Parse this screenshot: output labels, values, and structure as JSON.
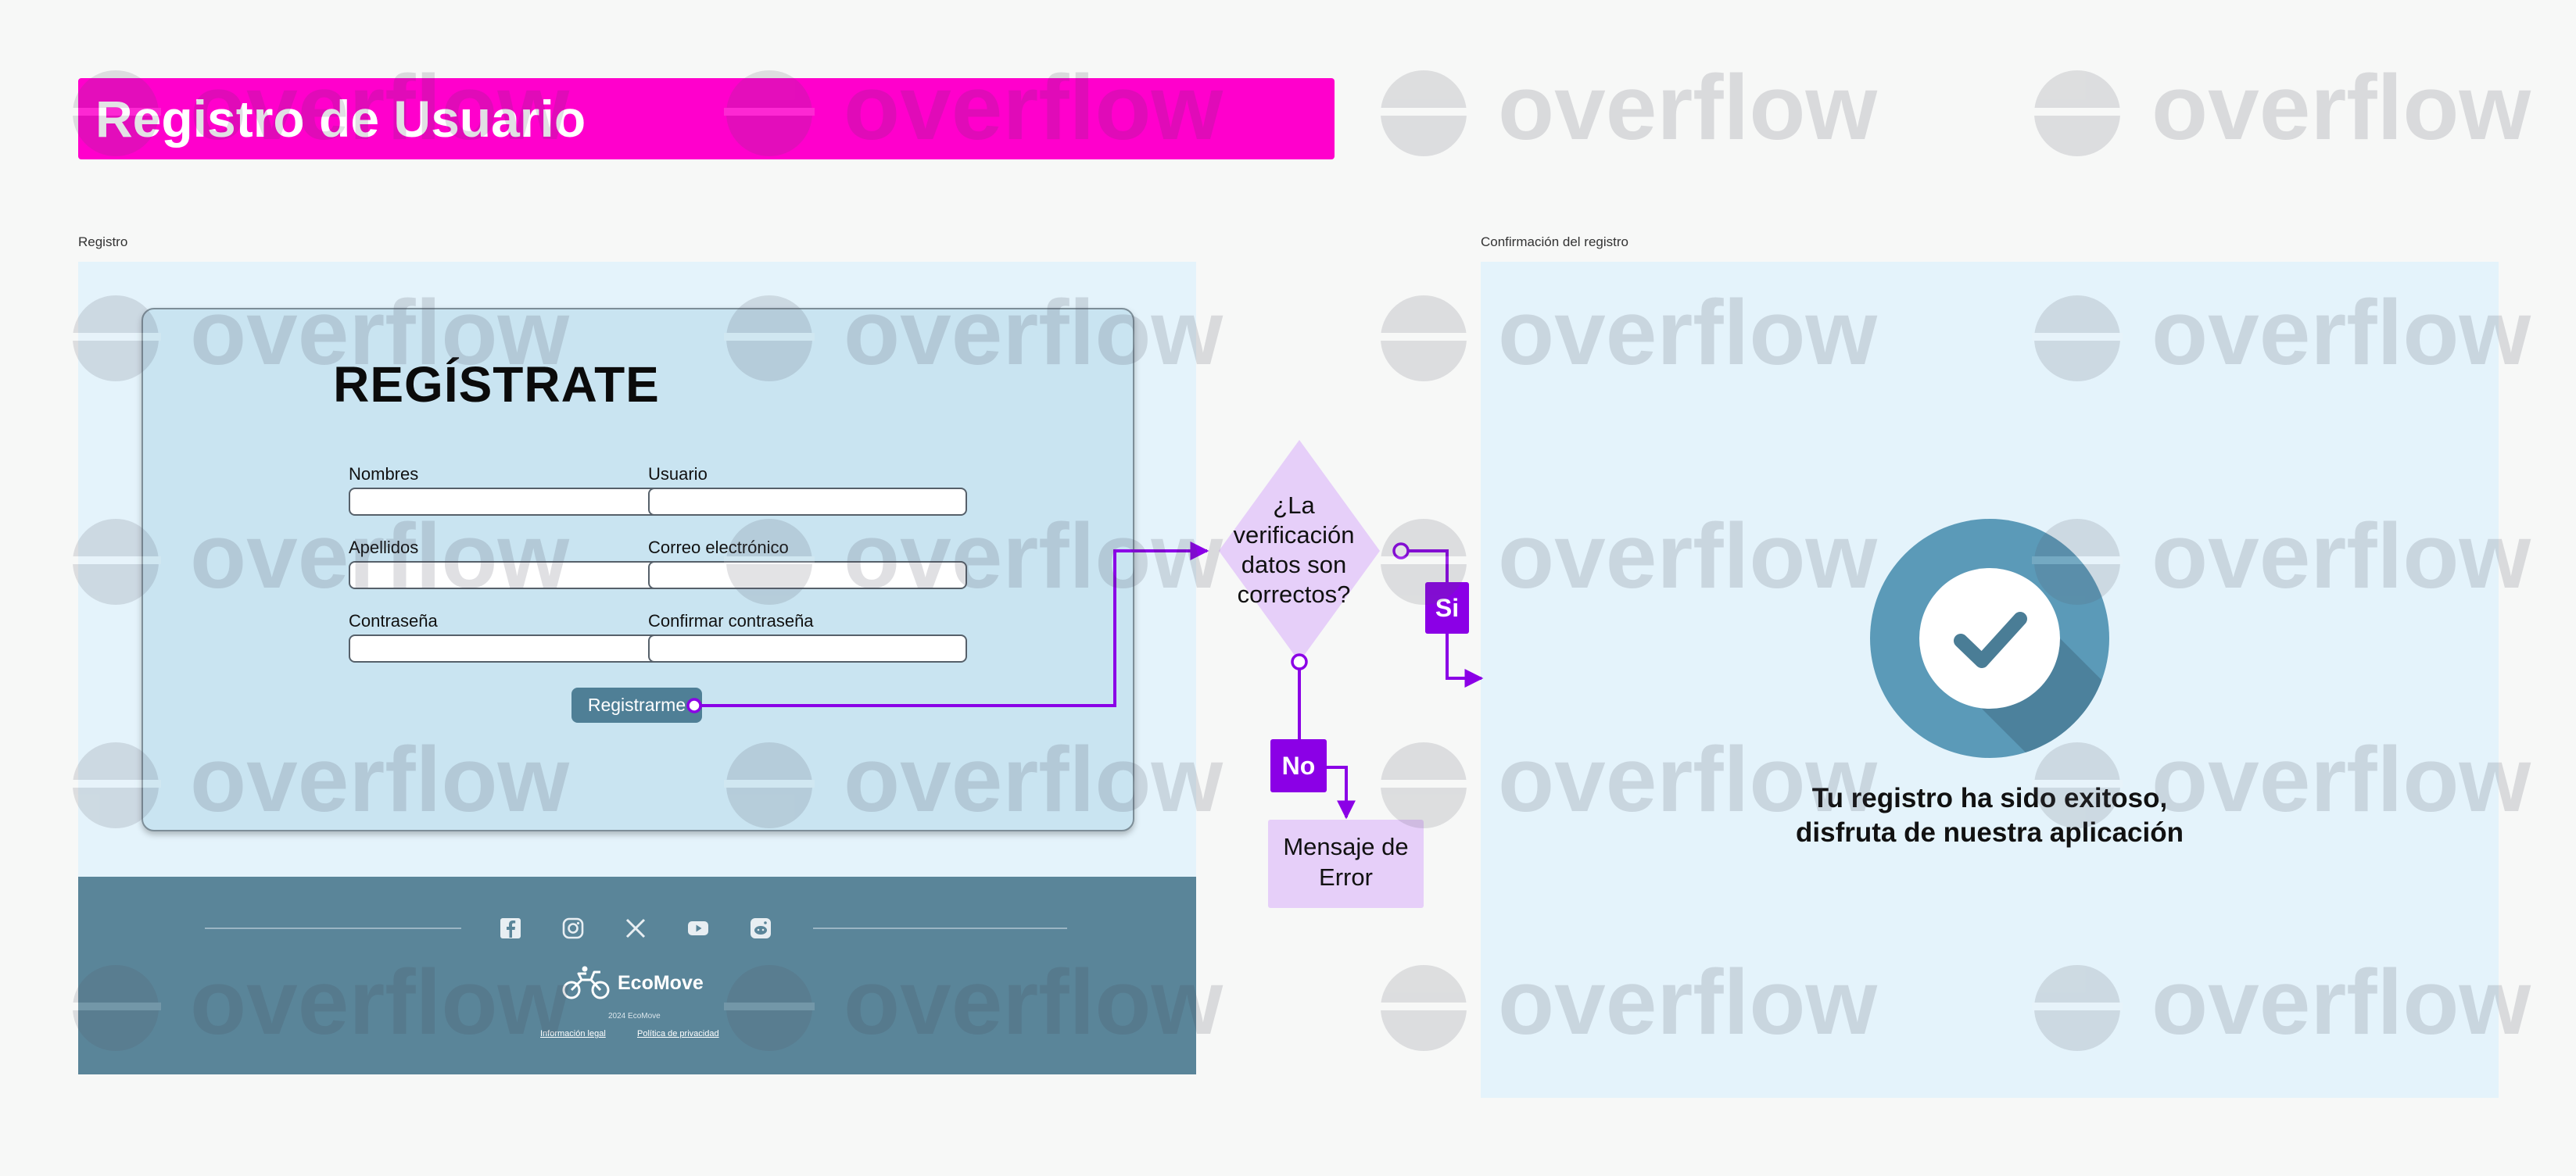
{
  "header": {
    "title": "Registro de Usuario"
  },
  "frames": {
    "left_label": "Registro",
    "right_label": "Confirmación del registro"
  },
  "form": {
    "heading": "REGÍSTRATE",
    "fields": [
      {
        "label": "Nombres",
        "value": ""
      },
      {
        "label": "Usuario",
        "value": ""
      },
      {
        "label": "Apellidos",
        "value": ""
      },
      {
        "label": "Correo electrónico",
        "value": ""
      },
      {
        "label": "Contraseña",
        "value": ""
      },
      {
        "label": "Confirmar contraseña",
        "value": ""
      }
    ],
    "submit_label": "Registrarme"
  },
  "footer": {
    "social_icons": [
      "facebook-icon",
      "instagram-icon",
      "x-icon",
      "youtube-icon",
      "reddit-icon"
    ],
    "brand": "EcoMove",
    "copyright": "2024 EcoMove",
    "links": [
      "Información legal",
      "Política de privacidad"
    ]
  },
  "flow": {
    "decision": "¿La verificación datos son correctos?",
    "yes_label": "Si",
    "no_label": "No",
    "error_message": "Mensaje de Error"
  },
  "confirmation": {
    "icon": "check-circle-icon",
    "message_line1": "Tu registro ha sido exitoso,",
    "message_line2": "disfruta de nuestra aplicación"
  },
  "watermark": {
    "text": "overflow"
  },
  "colors": {
    "banner": "#ff00cc",
    "frame_bg": "#e4f3fb",
    "card_bg": "#c9e4f1",
    "footer_bg": "#5a8599",
    "flow_accent": "#8b00e6",
    "decision_fill": "#e6cff9",
    "check_circle": "#5b9ab8"
  }
}
